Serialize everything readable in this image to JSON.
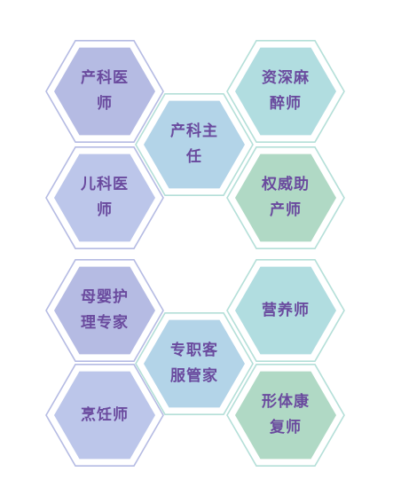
{
  "colors": {
    "violet": "#b5bbe3",
    "periwinkle": "#bcc6ea",
    "sky": "#b3d4e8",
    "teal": "#b1dde0",
    "green": "#b0d9c5",
    "text": "#6a4a9e",
    "border_violet": "#b5bbe3",
    "border_teal": "#b4dfd8"
  },
  "hexes": [
    {
      "name": "hex-obstetrician",
      "label": "产科医\n师",
      "fill": "#b5bbe3",
      "border": "#b5bbe3"
    },
    {
      "name": "hex-obstetrics-director",
      "label": "产科主\n任",
      "fill": "#b3d4e8",
      "border": "#b4dfd8"
    },
    {
      "name": "hex-anesthesiologist",
      "label": "资深麻\n醉师",
      "fill": "#b1dde0",
      "border": "#b4dfd8"
    },
    {
      "name": "hex-pediatrician",
      "label": "儿科医\n师",
      "fill": "#bcc6ea",
      "border": "#b5bbe3"
    },
    {
      "name": "hex-midwife",
      "label": "权威助\n产师",
      "fill": "#b0d9c5",
      "border": "#b4dfd8"
    },
    {
      "name": "hex-maternal-infant-expert",
      "label": "母婴护\n理专家",
      "fill": "#b5bbe3",
      "border": "#b5bbe3"
    },
    {
      "name": "hex-nutritionist",
      "label": "营养师",
      "fill": "#b1dde0",
      "border": "#b4dfd8"
    },
    {
      "name": "hex-customer-manager",
      "label": "专职客\n服管家",
      "fill": "#b3d4e8",
      "border": "#b4dfd8"
    },
    {
      "name": "hex-chef",
      "label": "烹饪师",
      "fill": "#bcc6ea",
      "border": "#b5bbe3"
    },
    {
      "name": "hex-rehabilitation",
      "label": "形体康\n复师",
      "fill": "#b0d9c5",
      "border": "#b4dfd8"
    }
  ]
}
